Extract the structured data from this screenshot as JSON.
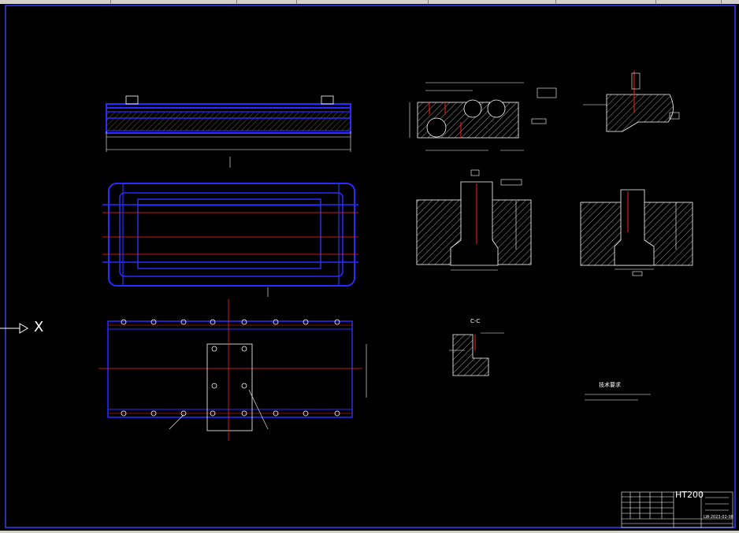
{
  "drawing": {
    "ucs_axis_label": "X",
    "material": "HT200",
    "drawing_number": "LW-2023-02-08",
    "technical_requirements_title": "技术要求",
    "section_label": "C-C"
  },
  "colors": {
    "background": "#000000",
    "frame": "#3a3aff",
    "outline": "#2b2bff",
    "centerline": "#ff2020",
    "dimension": "#ffffff",
    "hatch": "#c8c8c8",
    "ui_chrome": "#d4d0c8"
  }
}
